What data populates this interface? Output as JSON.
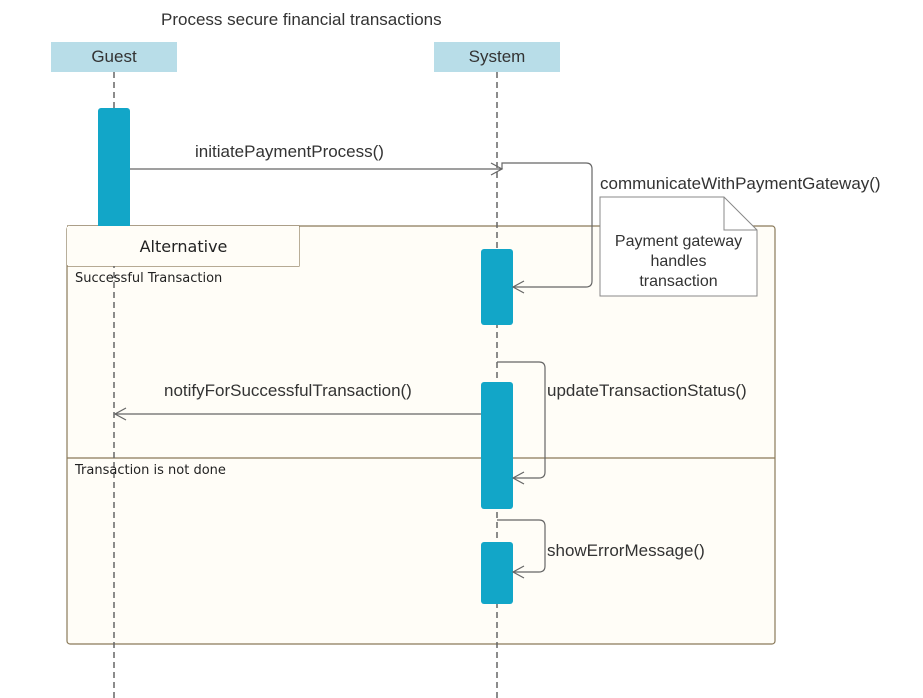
{
  "diagram": {
    "title": "Process secure financial transactions"
  },
  "lifelines": [
    {
      "name": "Guest"
    },
    {
      "name": "System"
    }
  ],
  "fragment": {
    "operator": "Alternative",
    "guards": [
      "Successful Transaction",
      "Transaction is not done"
    ]
  },
  "messages": [
    {
      "label": "initiatePaymentProcess()",
      "from": "Guest",
      "to": "System"
    },
    {
      "label": "communicateWithPaymentGateway()",
      "from": "System",
      "to": "System"
    },
    {
      "label": "notifyForSuccessfulTransaction()",
      "from": "System",
      "to": "Guest"
    },
    {
      "label": "updateTransactionStatus()",
      "from": "System",
      "to": "System"
    },
    {
      "label": "showErrorMessage()",
      "from": "System",
      "to": "System"
    }
  ],
  "note": {
    "lines": [
      "Payment gateway",
      "handles",
      "transaction"
    ]
  },
  "colors": {
    "lifeline_header": "#b8dde8",
    "activation": "#12a6c8",
    "fragment_border": "#8a7a5a",
    "fragment_fill": "#fffdf7",
    "line": "#666666"
  }
}
